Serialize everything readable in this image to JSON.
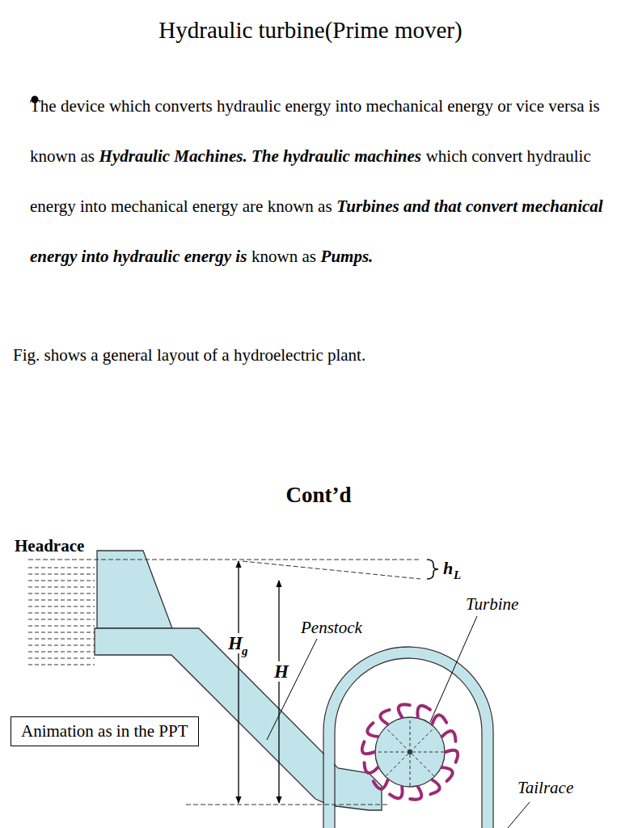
{
  "diagram": {
    "title": "Hydraulic turbine(Prime mover)",
    "nodes": [
      {
        "text": [
          "Animation as in the PPT"
        ]
      }
    ],
    "labels": [
      "The device which converts hydraulic energy into mechanical energy or vice versa is known as",
      "Hydraulic Machines. The hydraulic machines",
      "which convert hydraulic energy into mechanical energy are known as",
      "Turbines and that convert mechanical energy into hydraulic energy is",
      "known as",
      "Pumps.",
      "Fig. shows a general layout of a hydroelectric plant.",
      "Cont’d",
      "Headrace",
      "h",
      "L",
      "H",
      "g",
      "H",
      "Penstock",
      "Turbine",
      "Tailrace"
    ]
  }
}
